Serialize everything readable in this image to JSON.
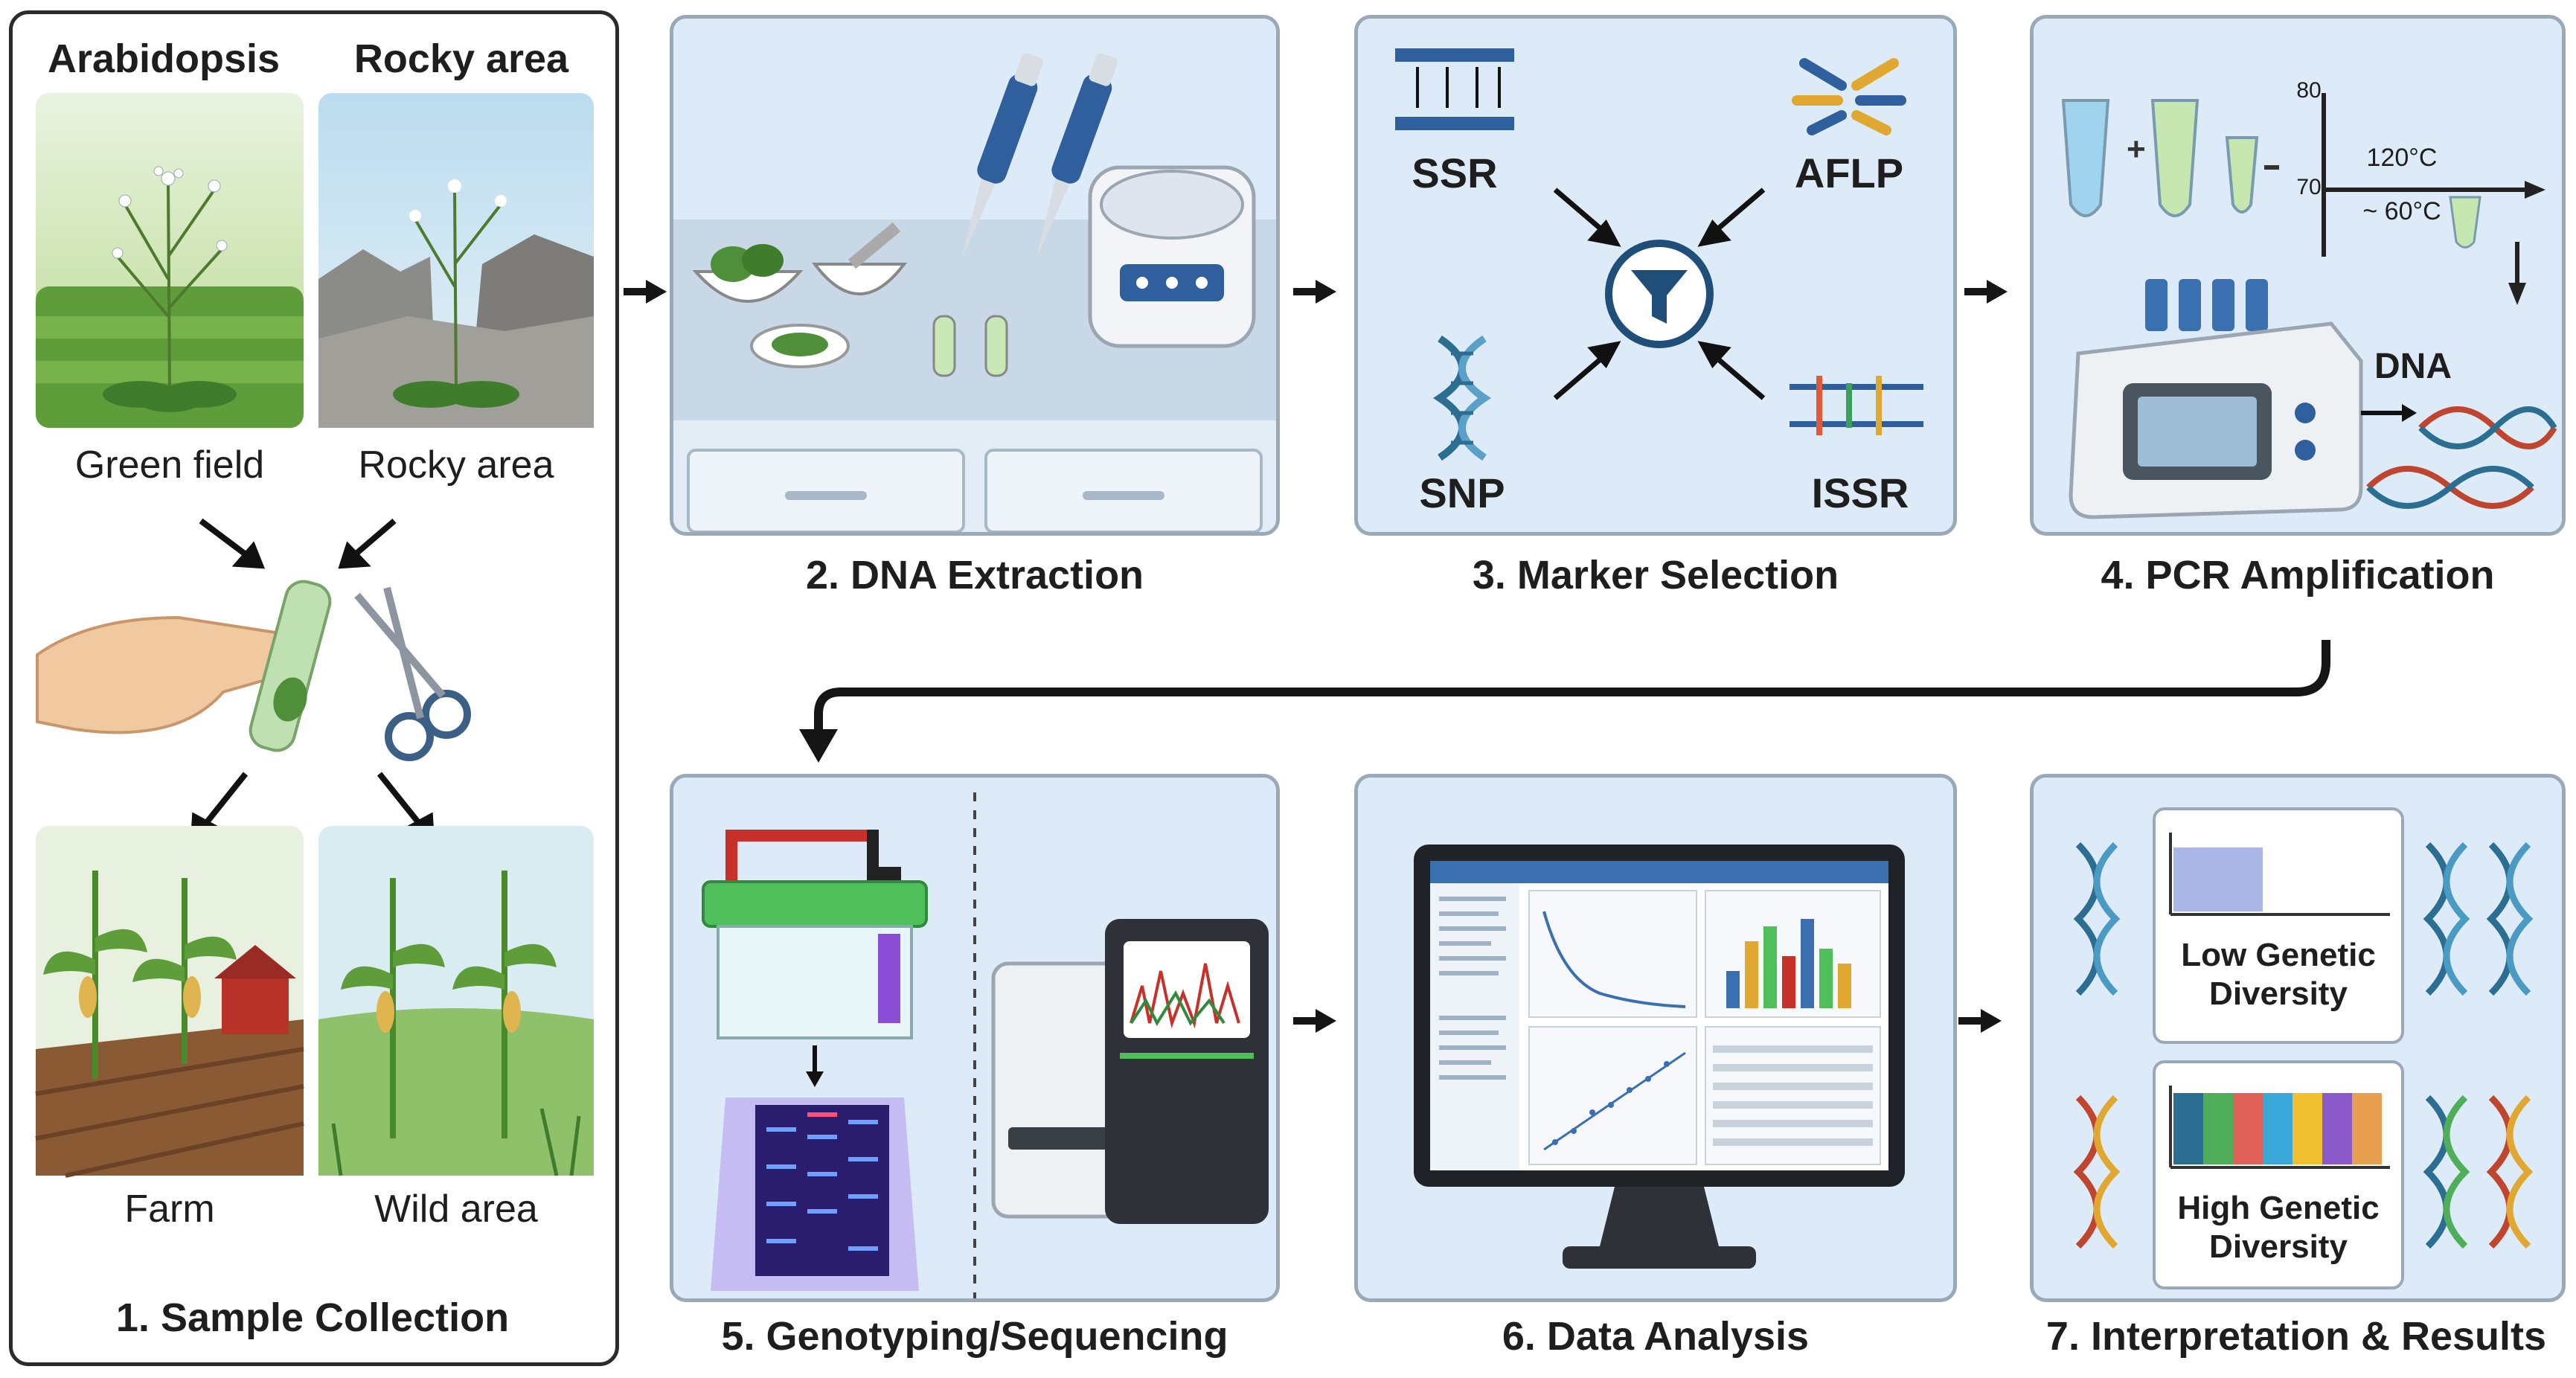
{
  "colors": {
    "panel_bg": "#dcebf7",
    "panel_border": "#9aa9b8",
    "arrow": "#151515",
    "dna_blue": "#2c6e91",
    "pipette_blue": "#2f5f9c",
    "gel_purple": "#2a1d6e"
  },
  "step1": {
    "label": "1. Sample Collection",
    "header_left": "Arabidopsis",
    "header_right": "Rocky area",
    "caption_green_field": "Green field",
    "caption_rocky_area": "Rocky area",
    "caption_farm": "Farm",
    "caption_wild_area": "Wild area"
  },
  "step2": {
    "label": "2. DNA Extraction"
  },
  "step3": {
    "label": "3. Marker Selection",
    "markers": [
      "SSR",
      "AFLP",
      "SNP",
      "ISSR"
    ]
  },
  "step4": {
    "label": "4. PCR Amplification",
    "axis_high": "80",
    "axis_low": "70",
    "temp_high": "120°C",
    "temp_low": "~ 60°C",
    "dna_label": "DNA"
  },
  "step5": {
    "label": "5. Genotyping/Sequencing"
  },
  "step6": {
    "label": "6. Data Analysis"
  },
  "step7": {
    "label": "7. Interpretation & Results",
    "low_line1": "Low Genetic",
    "low_line2": "Diversity",
    "high_line1": "High Genetic",
    "high_line2": "Diversity"
  }
}
